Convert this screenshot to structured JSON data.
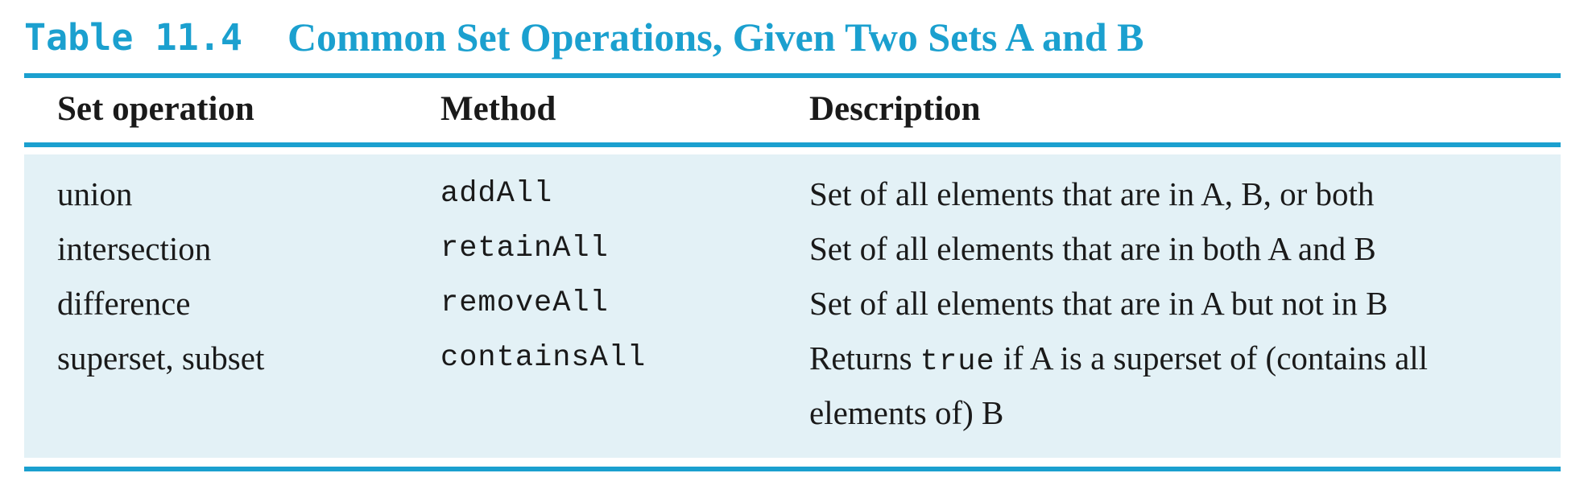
{
  "title": {
    "label": "Table 11.4",
    "caption": "Common Set Operations, Given Two Sets A and B"
  },
  "colors": {
    "accent": "#1ba0cf",
    "body_background": "#e3f1f6",
    "text": "#1a1a1a"
  },
  "table": {
    "headers": [
      "Set operation",
      "Method",
      "Description"
    ],
    "rows": [
      {
        "operation": "union",
        "method": "addAll",
        "description": "Set of all elements that are in A, B, or both"
      },
      {
        "operation": "intersection",
        "method": "retainAll",
        "description": "Set of all elements that are in both A and B"
      },
      {
        "operation": "difference",
        "method": "removeAll",
        "description": "Set of all elements that are in A but not in B"
      },
      {
        "operation": "superset, subset",
        "method": "containsAll",
        "description_prefix": "Returns ",
        "description_code": "true",
        "description_suffix": " if A is a superset of (contains all",
        "description_line2": "elements of) B"
      }
    ]
  }
}
